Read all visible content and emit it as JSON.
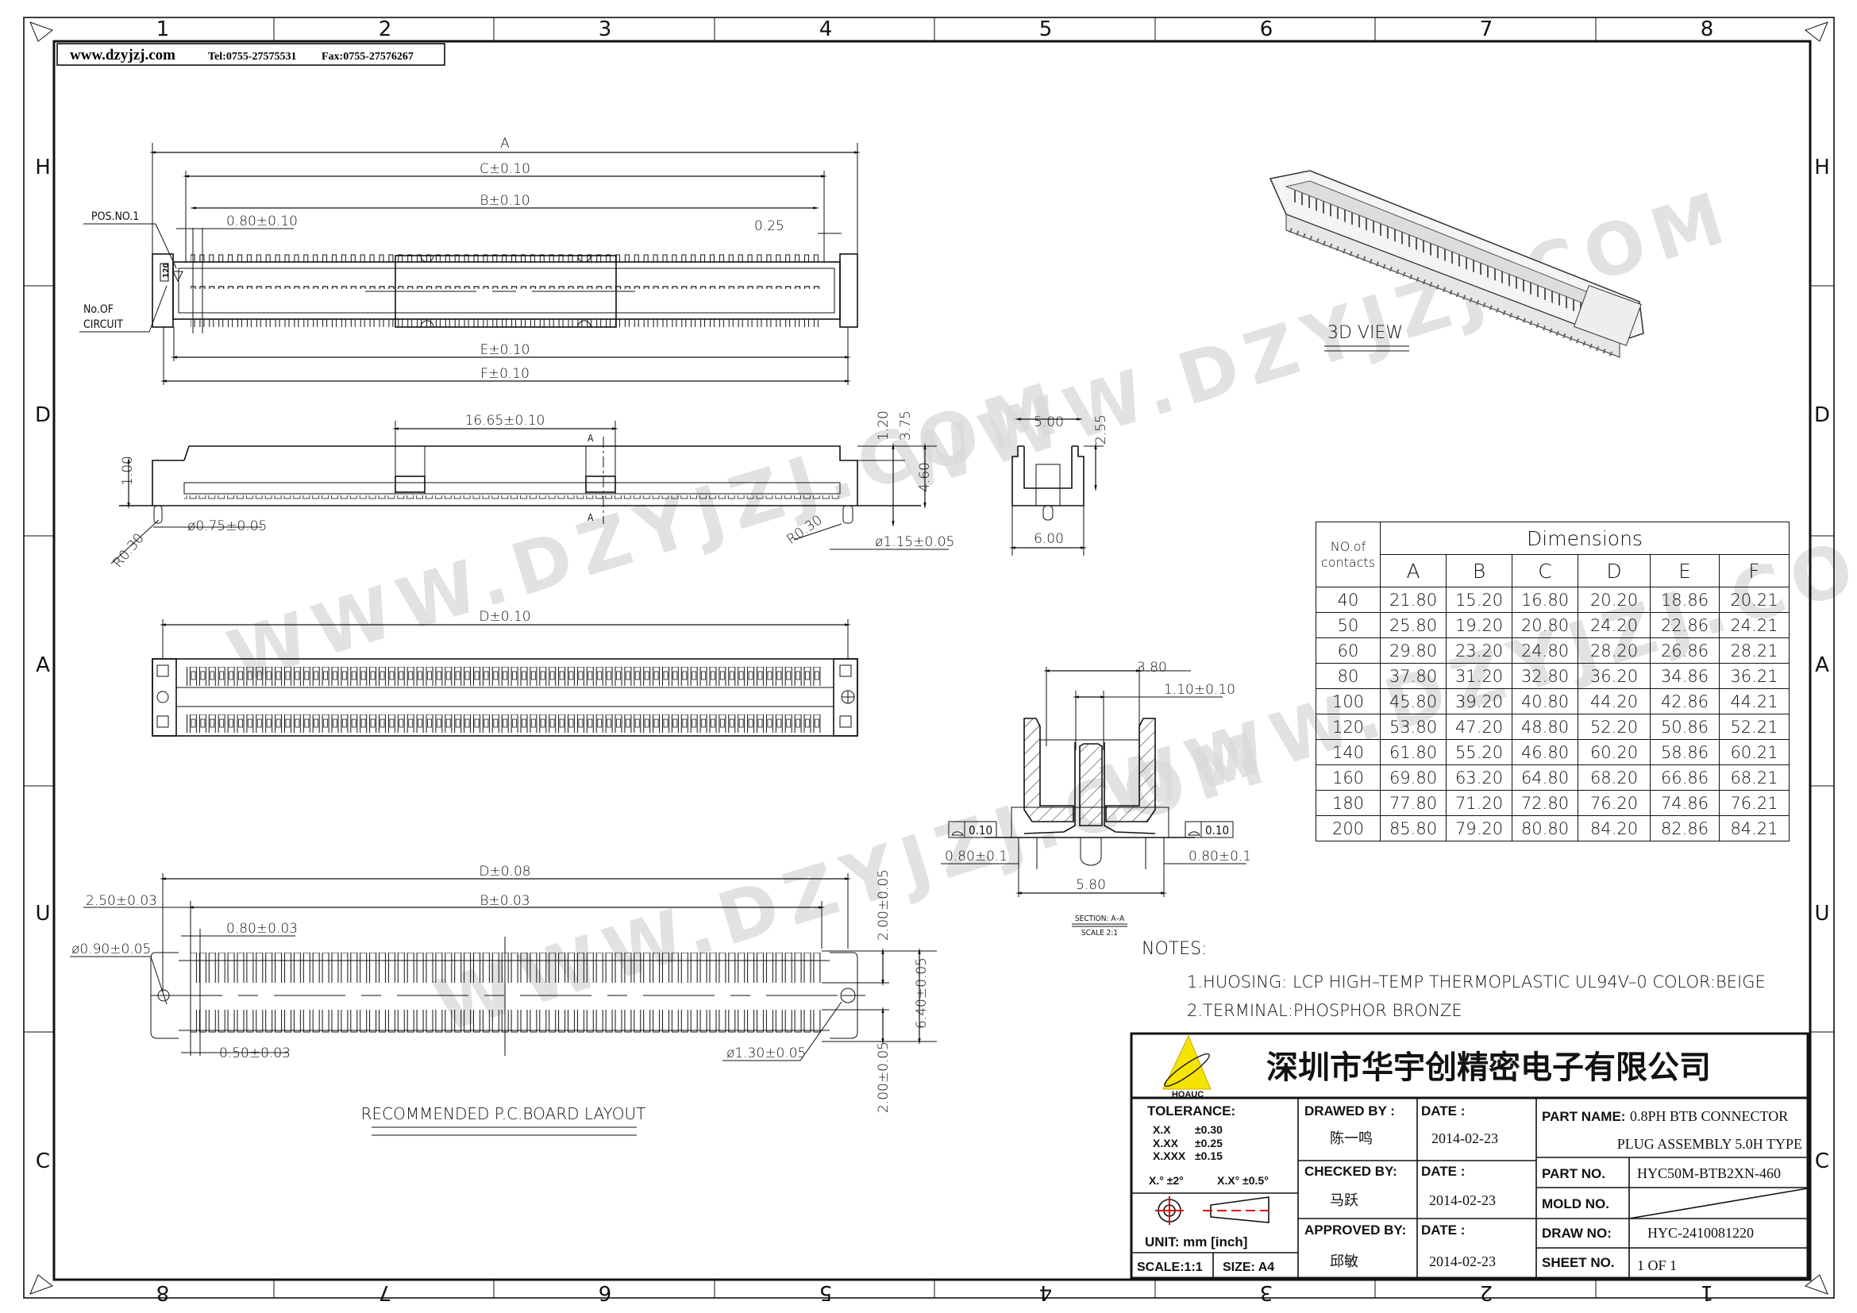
{
  "header": {
    "website": "www.dzyjzj.com",
    "tel": "Tel:0755-27575531",
    "fax": "Fax:0755-27576267"
  },
  "frame": {
    "top_numbers": [
      "1",
      "2",
      "3",
      "4",
      "5",
      "6",
      "7",
      "8"
    ],
    "bottom_numbers": [
      "8",
      "7",
      "6",
      "5",
      "4",
      "3",
      "2",
      "1"
    ],
    "side_letters": [
      "H",
      "D",
      "A",
      "U",
      "C"
    ]
  },
  "watermark": "WWW.DZYJZJ.COM",
  "top_view": {
    "dim_a": "A",
    "dim_c": "C±0.10",
    "dim_b": "B±0.10",
    "pitch": "0.80±0.10",
    "dim_025": "0.25",
    "pos_no1": "POS.NO.1",
    "circuit_1": "No.OF",
    "circuit_2": "CIRCUIT",
    "circuit_count": "120",
    "dim_e": "E±0.10",
    "dim_f": "F±0.10"
  },
  "side_view": {
    "dim_1665": "16.65±0.10",
    "dim_100": "1.00",
    "dia_075": "ø0.75±0.05",
    "r030_left": "R0.30",
    "r030_right": "R0.30",
    "dia_115": "ø1.15±0.05",
    "dim_120": "1.20",
    "dim_375": "3.75",
    "dim_460": "4.60",
    "section_mark": "A"
  },
  "end_view": {
    "dim_500": "5.00",
    "dim_255": "2.55",
    "dim_600": "6.00"
  },
  "view_3d": {
    "label": "3D  VIEW"
  },
  "bottom_view": {
    "dim_d": "D±0.10"
  },
  "section": {
    "dim_380": "3.80",
    "dim_110": "1.10±0.10",
    "flat_left": "0.10",
    "flat_right": "0.10",
    "dim_080_left": "0.80±0.1",
    "dim_080_right": "0.80±0.1",
    "dim_580": "5.80",
    "title": "SECTION: A–A",
    "scale": "SCALE 2:1"
  },
  "pcb": {
    "dim_d": "D±0.08",
    "dim_250": "2.50±0.03",
    "dim_b": "B±0.03",
    "pitch": "0.80±0.03",
    "dia_090": "ø0.90±0.05",
    "dim_050": "0.50±0.03",
    "dia_130": "ø1.30±0.05",
    "dim_200_top": "2.00±0.05",
    "dim_640": "6.40±0.05",
    "dim_200_bottom": "2.00±0.05",
    "title": "RECOMMENDED  P.C.BOARD  LAYOUT"
  },
  "table": {
    "title": "Dimensions",
    "first_col": [
      "NO.of",
      "contacts"
    ],
    "columns": [
      "A",
      "B",
      "C",
      "D",
      "E",
      "F"
    ],
    "rows": [
      {
        "n": "40",
        "v": [
          "21.80",
          "15.20",
          "16.80",
          "20.20",
          "18.86",
          "20.21"
        ]
      },
      {
        "n": "50",
        "v": [
          "25.80",
          "19.20",
          "20.80",
          "24.20",
          "22.86",
          "24.21"
        ]
      },
      {
        "n": "60",
        "v": [
          "29.80",
          "23.20",
          "24.80",
          "28.20",
          "26.86",
          "28.21"
        ]
      },
      {
        "n": "80",
        "v": [
          "37.80",
          "31.20",
          "32.80",
          "36.20",
          "34.86",
          "36.21"
        ]
      },
      {
        "n": "100",
        "v": [
          "45.80",
          "39.20",
          "40.80",
          "44.20",
          "42.86",
          "44.21"
        ]
      },
      {
        "n": "120",
        "v": [
          "53.80",
          "47.20",
          "48.80",
          "52.20",
          "50.86",
          "52.21"
        ]
      },
      {
        "n": "140",
        "v": [
          "61.80",
          "55.20",
          "46.80",
          "60.20",
          "58.86",
          "60.21"
        ]
      },
      {
        "n": "160",
        "v": [
          "69.80",
          "63.20",
          "64.80",
          "68.20",
          "66.86",
          "68.21"
        ]
      },
      {
        "n": "180",
        "v": [
          "77.80",
          "71.20",
          "72.80",
          "76.20",
          "74.86",
          "76.21"
        ]
      },
      {
        "n": "200",
        "v": [
          "85.80",
          "79.20",
          "80.80",
          "84.20",
          "82.86",
          "84.21"
        ]
      }
    ]
  },
  "notes": {
    "title": "NOTES:",
    "items": [
      "1.HUOSING: LCP  HIGH–TEMP  THERMOPLASTIC  UL94V–0    COLOR:BEIGE",
      "2.TERMINAL:PHOSPHOR  BRONZE"
    ]
  },
  "title_block": {
    "company": "深圳市华宇创精密电子有限公司",
    "logo_text": "HOAUC",
    "tolerance_label": "TOLERANCE:",
    "tolerances": [
      [
        "X.X",
        "±0.30"
      ],
      [
        "X.XX",
        "±0.25"
      ],
      [
        "X.XXX",
        "±0.15"
      ]
    ],
    "angle_tol_1": "X.° ±2°",
    "angle_tol_2": "X.X° ±0.5°",
    "unit": "UNIT:  mm  [inch]",
    "scale": "SCALE:1:1",
    "size": "SIZE: A4",
    "drawn_by_label": "DRAWED  BY :",
    "drawn_by": "陈一鸣",
    "checked_by_label": "CHECKED  BY:",
    "checked_by": "马跃",
    "approved_by_label": "APPROVED  BY:",
    "approved_by": "邱敏",
    "date_label": "DATE :",
    "dates": [
      "2014-02-23",
      "2014-02-23",
      "2014-02-23"
    ],
    "part_name_label": "PART  NAME:",
    "part_name_1": "0.8PH BTB CONNECTOR",
    "part_name_2": "PLUG ASSEMBLY 5.0H TYPE",
    "part_no_label": "PART  NO.",
    "part_no": "HYC50M-BTB2XN-460",
    "mold_no_label": "MOLD  NO.",
    "draw_no_label": "DRAW  NO:",
    "draw_no": "HYC-2410081220",
    "sheet_no_label": "SHEET  NO.",
    "sheet_no": "1 OF 1",
    "accent_color": "#f5e400",
    "symbol_color": "#e00000"
  }
}
